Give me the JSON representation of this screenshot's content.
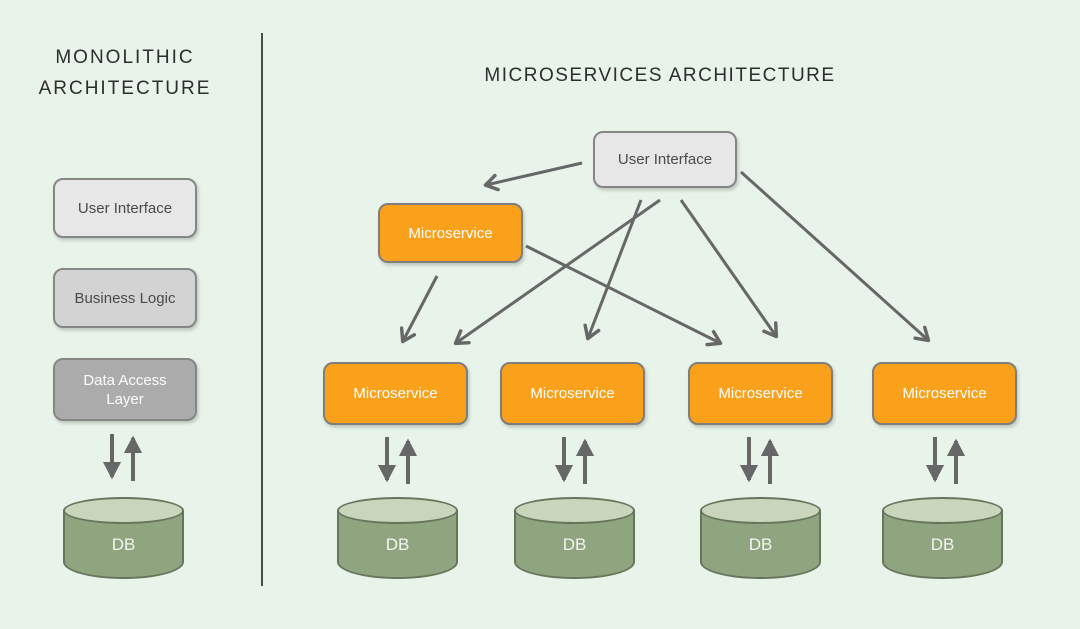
{
  "left": {
    "title": "MONOLITHIC ARCHITECTURE",
    "layers": [
      {
        "label": "User Interface"
      },
      {
        "label": "Business Logic"
      },
      {
        "label": "Data Access Layer"
      }
    ],
    "db_label": "DB"
  },
  "right": {
    "title": "MICROSERVICES ARCHITECTURE",
    "ui_label": "User Interface",
    "gateway_label": "Microservice",
    "services": [
      {
        "label": "Microservice",
        "db_label": "DB"
      },
      {
        "label": "Microservice",
        "db_label": "DB"
      },
      {
        "label": "Microservice",
        "db_label": "DB"
      },
      {
        "label": "Microservice",
        "db_label": "DB"
      }
    ]
  },
  "colors": {
    "background": "#e8f3e9",
    "accent_orange": "#f9a11b",
    "db_green_body": "#8ea580",
    "db_green_top": "#c9d6bc",
    "box_gray_light": "#e7e7e7",
    "box_gray_mid": "#d3d3d3",
    "box_gray_dark": "#ababab",
    "arrow_gray": "#676767",
    "divider_gray": "#4a4a4a"
  }
}
